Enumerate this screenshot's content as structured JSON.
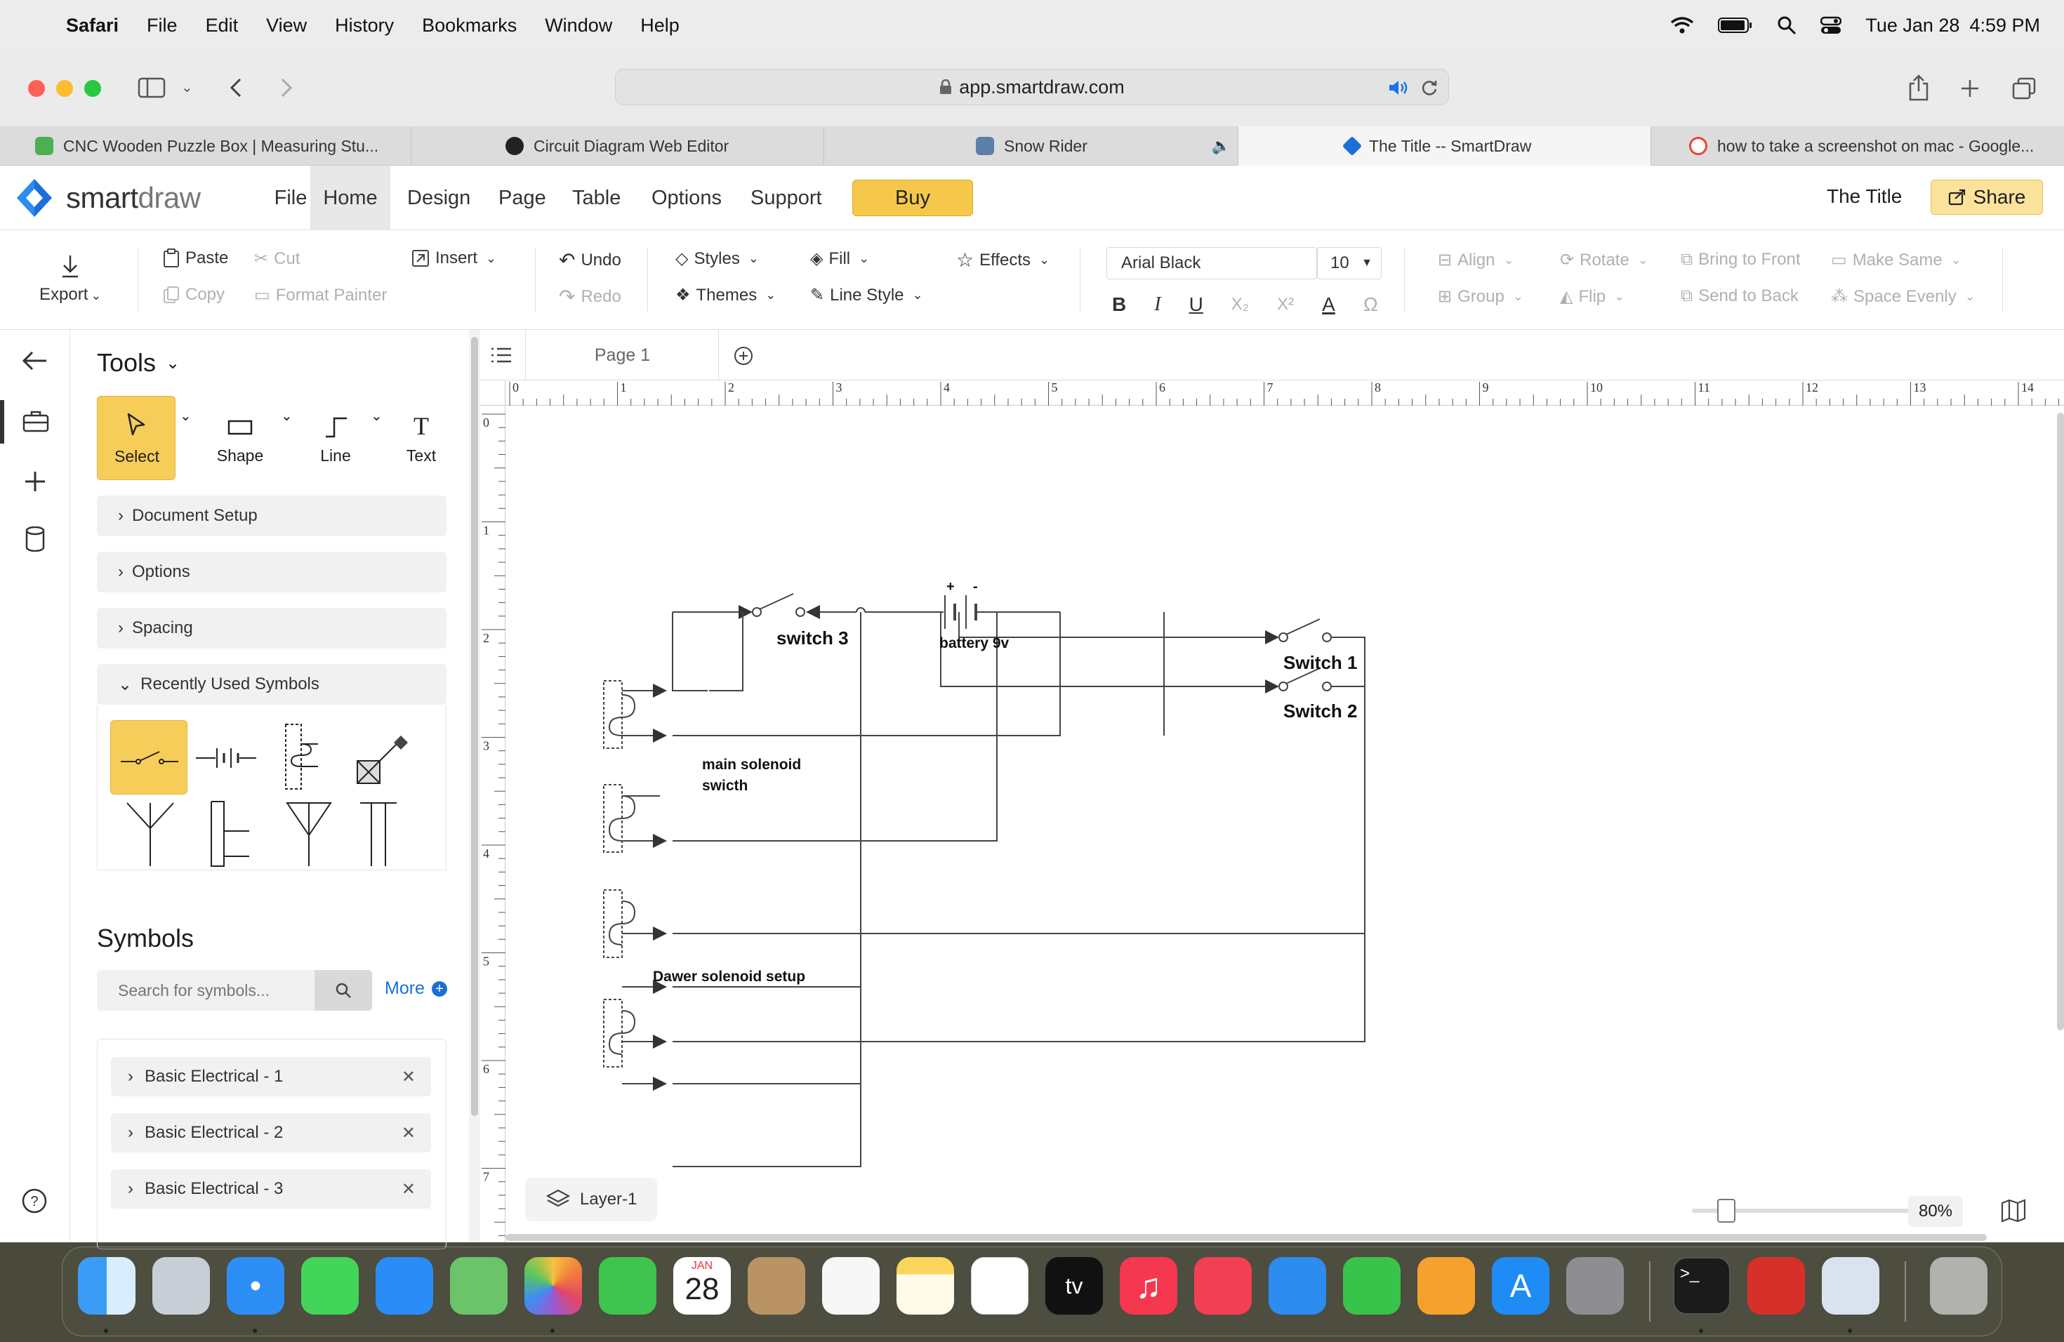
{
  "menubar": {
    "app": "Safari",
    "items": [
      "File",
      "Edit",
      "View",
      "History",
      "Bookmarks",
      "Window",
      "Help"
    ],
    "date": "Tue Jan 28",
    "time": "4:59 PM"
  },
  "browser": {
    "url": "app.smartdraw.com",
    "tabs": [
      {
        "title": "CNC Wooden Puzzle Box | Measuring Stu...",
        "color": "#4caf50"
      },
      {
        "title": "Circuit Diagram Web Editor",
        "color": "#222222"
      },
      {
        "title": "Snow Rider",
        "color": "#5b7fa8"
      },
      {
        "title": "The Title -- SmartDraw",
        "color": "#1c6fd9"
      },
      {
        "title": "how to take a screenshot on mac - Google...",
        "color": "#ea4335"
      }
    ]
  },
  "app": {
    "logo_bold": "smart",
    "logo_light": "draw",
    "menu": [
      "File",
      "Home",
      "Design",
      "Page",
      "Table",
      "Options",
      "Support"
    ],
    "active_menu": "Home",
    "buy": "Buy",
    "doc_title": "The Title",
    "share": "Share",
    "accent": "#f5c84c"
  },
  "ribbon": {
    "export": "Export",
    "paste": "Paste",
    "cut": "Cut",
    "copy": "Copy",
    "format_painter": "Format Painter",
    "insert": "Insert",
    "undo": "Undo",
    "redo": "Redo",
    "styles": "Styles",
    "themes": "Themes",
    "fill": "Fill",
    "line_style": "Line Style",
    "effects": "Effects",
    "font": "Arial Black",
    "font_size": "10",
    "align": "Align",
    "group": "Group",
    "rotate": "Rotate",
    "flip": "Flip",
    "bring_front": "Bring to Front",
    "send_back": "Send to Back",
    "make_same": "Make Same",
    "space_evenly": "Space Evenly"
  },
  "panel": {
    "tools_title": "Tools",
    "tools": [
      "Select",
      "Shape",
      "Line",
      "Text"
    ],
    "sections": [
      "Document Setup",
      "Options",
      "Spacing",
      "Recently Used Symbols"
    ],
    "symbols_title": "Symbols",
    "search_placeholder": "Search for symbols...",
    "more": "More",
    "libraries": [
      "Basic Electrical - 1",
      "Basic Electrical - 2",
      "Basic Electrical - 3"
    ]
  },
  "canvas": {
    "page_tab": "Page 1",
    "layer": "Layer-1",
    "zoom": "80%",
    "ruler_h": [
      "0",
      "1",
      "2",
      "3",
      "4",
      "5",
      "6",
      "7",
      "8",
      "9",
      "10",
      "11",
      "12",
      "13",
      "14"
    ],
    "ruler_v": [
      "0",
      "1",
      "2",
      "3",
      "4",
      "5",
      "6",
      "7"
    ],
    "labels": {
      "switch3": "switch 3",
      "battery": "battery 9v",
      "switch1": "Switch 1",
      "switch2": "Switch 2",
      "main1": "main solenoid",
      "main2": "swicth",
      "dawer": "Dawer solenoid setup",
      "plus": "+",
      "minus": "-"
    }
  }
}
